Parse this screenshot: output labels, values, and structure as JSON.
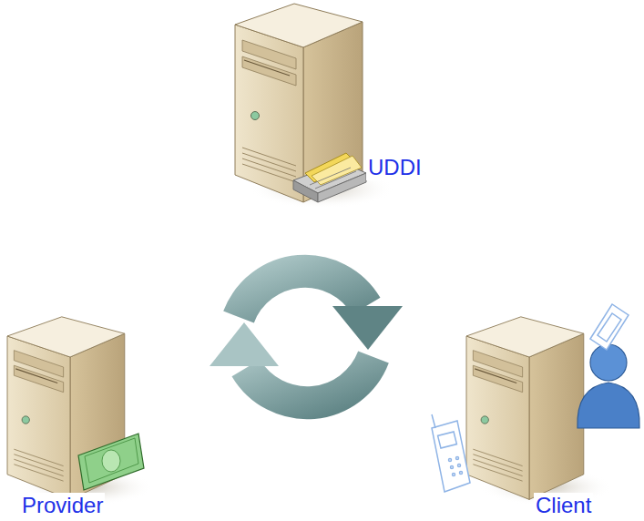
{
  "diagram": {
    "nodes": [
      {
        "text": [
          "UDDI"
        ]
      },
      {
        "text": [
          "Provider"
        ]
      },
      {
        "text": [
          "Client"
        ]
      }
    ]
  }
}
